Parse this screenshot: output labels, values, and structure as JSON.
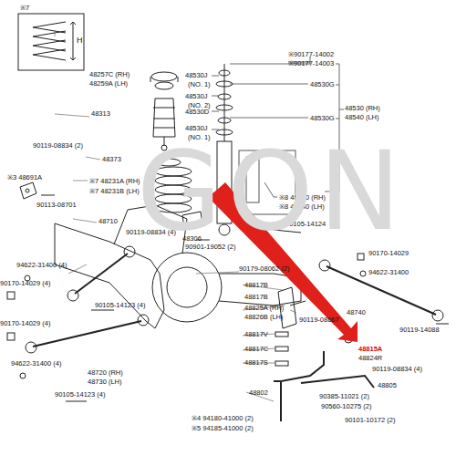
{
  "diagram": {
    "labels": [
      "※7",
      "48257C (RH)",
      "48259A (LH)",
      "48530J",
      "(NO. 1)",
      "※90177-14002",
      "※90177-14003",
      "48530G",
      "48530J",
      "(NO. 2)",
      "48530D",
      "48530G",
      "48530J",
      "(NO. 1)",
      "48530 (RH)",
      "48540 (LH)",
      "48313",
      "90119-08834 (2)",
      "48373",
      "※7 48231A (RH)",
      "※7 48231B (LH)",
      "48306",
      "※8 48530 (RH)",
      "※8 48540 (LH)",
      "※3 48691A",
      "90113-08701",
      "48710",
      "90119-08834 (4)",
      "90901-19052 (2)",
      "90105-14124",
      "90170-14029",
      "94622-31400 (4)",
      "90179-08062 (2)",
      "94622-31400",
      "90170-14029 (4)",
      "48817B",
      "90105-14123 (4)",
      "48817B",
      "48825A (RH)",
      "48826B (LH)",
      "90119-08667",
      "48740",
      "90119-14088",
      "90170-14029 (4)",
      "48817V",
      "48815A",
      "48824R",
      "90119-08834 (4)",
      "48817C",
      "48817S",
      "94622-31400 (4)",
      "48720 (RH)",
      "48730 (LH)",
      "90105-14123 (4)",
      "48802",
      "48805",
      "90385-11021 (2)",
      "90560-10275 (2)",
      "90101-10172 (2)",
      "※4 94180-41000 (2)",
      "※5 94185-41000 (2)",
      "GON",
      "H"
    ]
  }
}
